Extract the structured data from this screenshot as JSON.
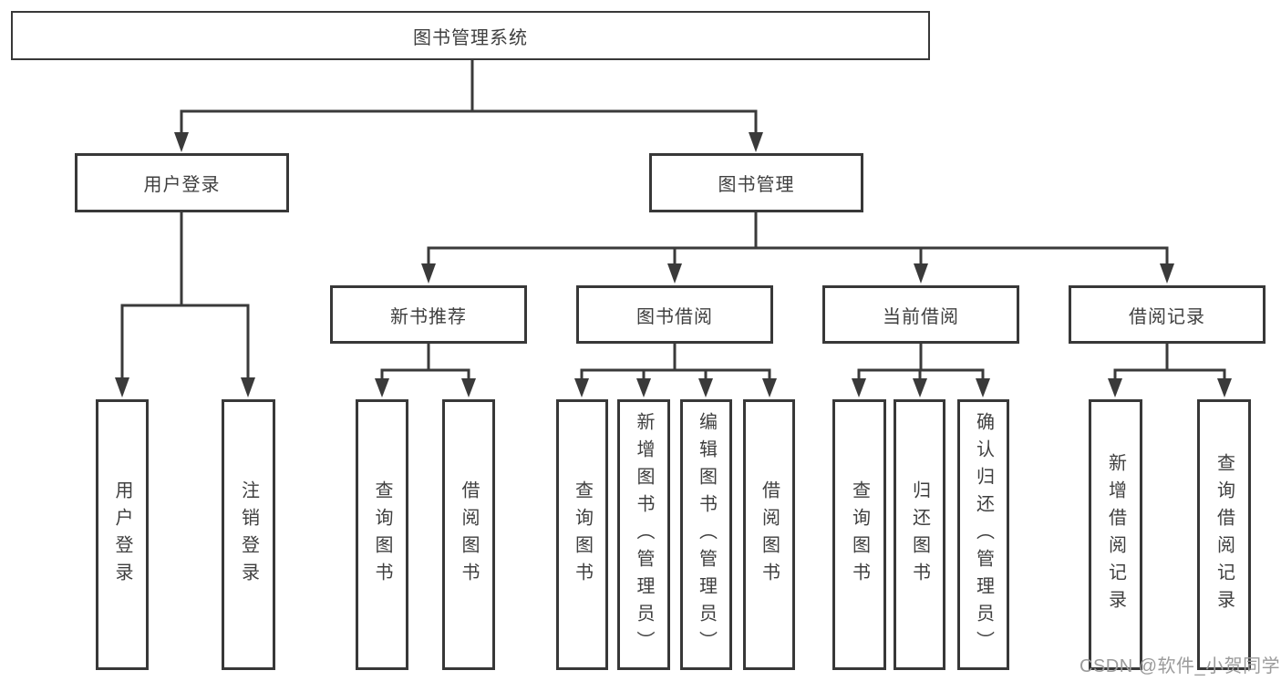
{
  "diagram_title": "图书管理系统",
  "tree": {
    "label": "图书管理系统",
    "children": [
      {
        "label": "用户登录",
        "children": [
          {
            "label": "用户登录"
          },
          {
            "label": "注销登录"
          }
        ]
      },
      {
        "label": "图书管理",
        "children": [
          {
            "label": "新书推荐",
            "children": [
              {
                "label": "查询图书"
              },
              {
                "label": "借阅图书"
              }
            ]
          },
          {
            "label": "图书借阅",
            "children": [
              {
                "label": "查询图书"
              },
              {
                "label": "新增图书（管理员）"
              },
              {
                "label": "编辑图书（管理员）"
              },
              {
                "label": "借阅图书"
              }
            ]
          },
          {
            "label": "当前借阅",
            "children": [
              {
                "label": "查询图书"
              },
              {
                "label": "归还图书"
              },
              {
                "label": "确认归还（管理员）"
              }
            ]
          },
          {
            "label": "借阅记录",
            "children": [
              {
                "label": "新增借阅记录"
              },
              {
                "label": "查询借阅记录"
              }
            ]
          }
        ]
      }
    ]
  },
  "watermark": {
    "text": "CSDN @软件_小贺同学"
  },
  "colors": {
    "background": "#ffffff",
    "line": "#3a3a3a",
    "box_border": "#383838",
    "text": "#3f3f3f",
    "watermark": "#9b9b9b"
  }
}
